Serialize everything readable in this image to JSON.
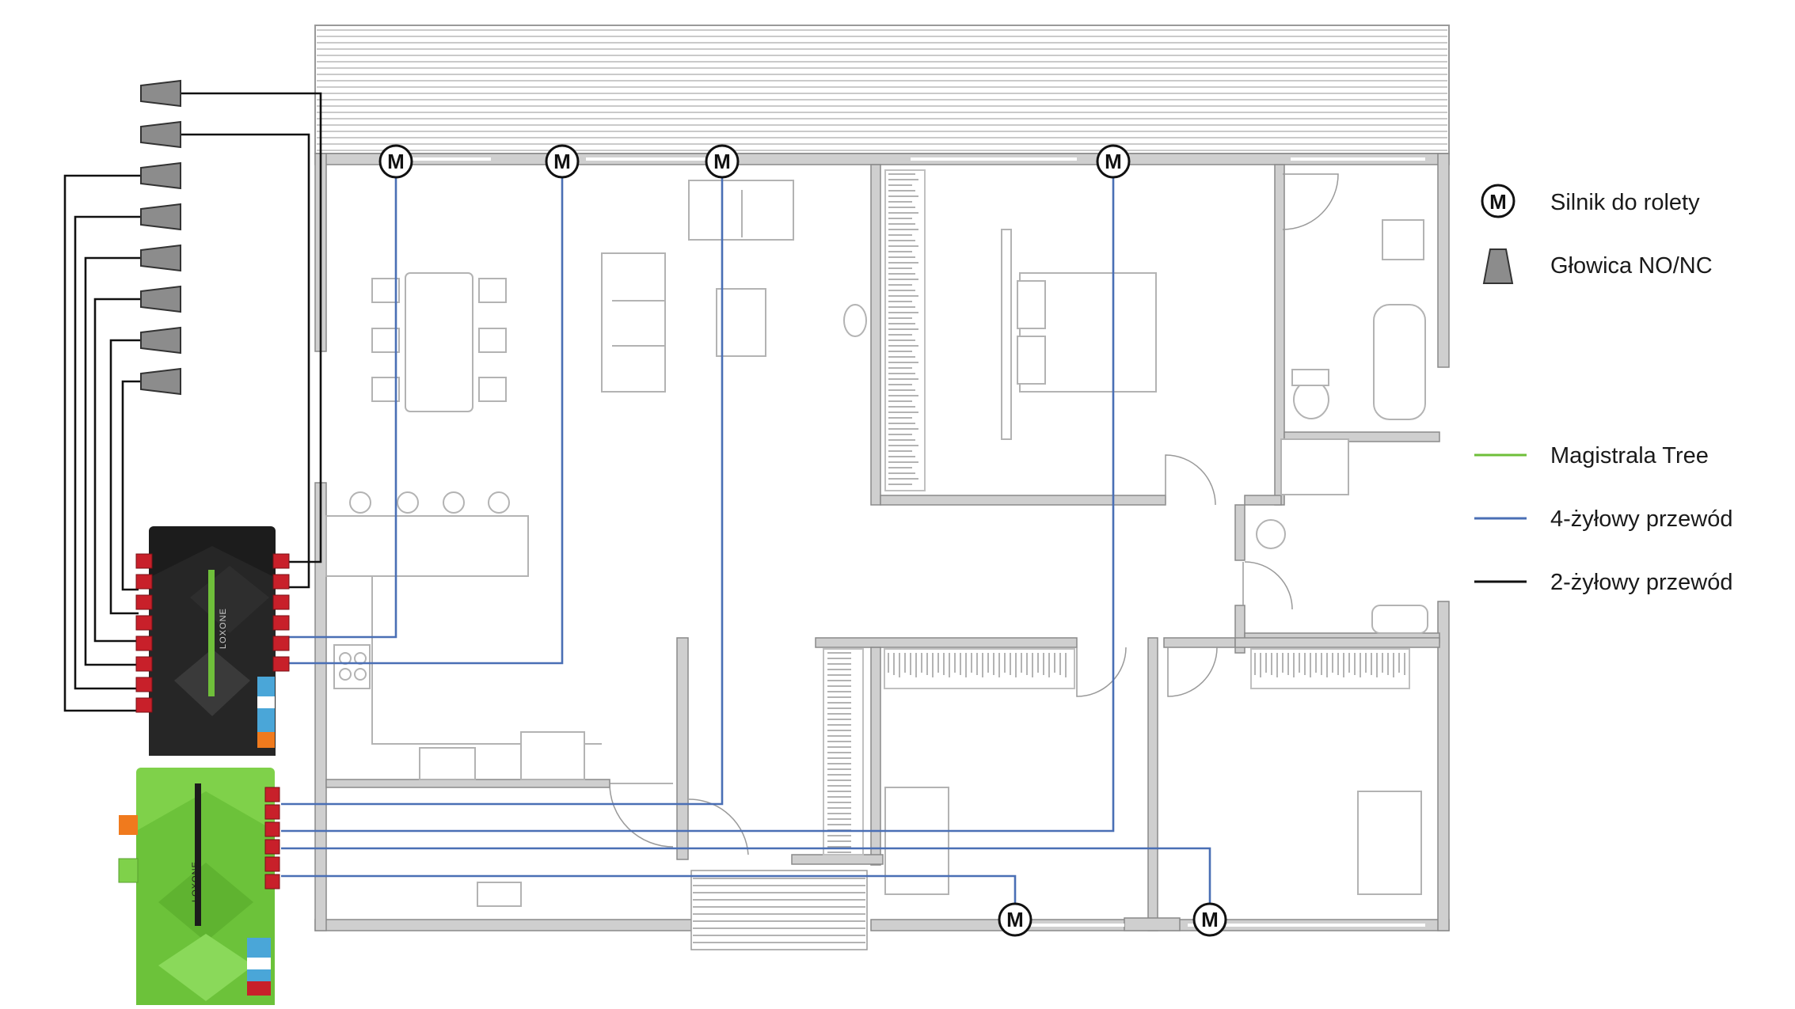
{
  "motor_symbol_letter": "M",
  "legend": {
    "items": [
      {
        "id": "motor",
        "label": "Silnik do rolety",
        "symbol": "motor"
      },
      {
        "id": "valve",
        "label": "Głowica NO/NC",
        "symbol": "valve"
      },
      {
        "id": "tree",
        "label": "Magistrala Tree",
        "symbol": "line",
        "color": "#6fbf3a"
      },
      {
        "id": "four",
        "label": "4-żyłowy przewód",
        "symbol": "line",
        "color": "#4a6fb5"
      },
      {
        "id": "two",
        "label": "2-żyłowy przewód",
        "symbol": "line",
        "color": "#111111"
      }
    ]
  },
  "controllers": {
    "main": {
      "brand": "LOXONE",
      "color": "#1c1c1c",
      "accent": "#6fbf3a"
    },
    "extension": {
      "brand": "LOXONE",
      "color": "#7fd14a"
    }
  },
  "colors": {
    "wall": "#c9c9c9",
    "wall_outline": "#8a8a8a",
    "four_wire": "#4a6fb5",
    "two_wire": "#111111",
    "terminal": "#c8202a",
    "valve_fill": "#8c8c8c"
  },
  "counts": {
    "valves": 8,
    "motors": 6
  }
}
